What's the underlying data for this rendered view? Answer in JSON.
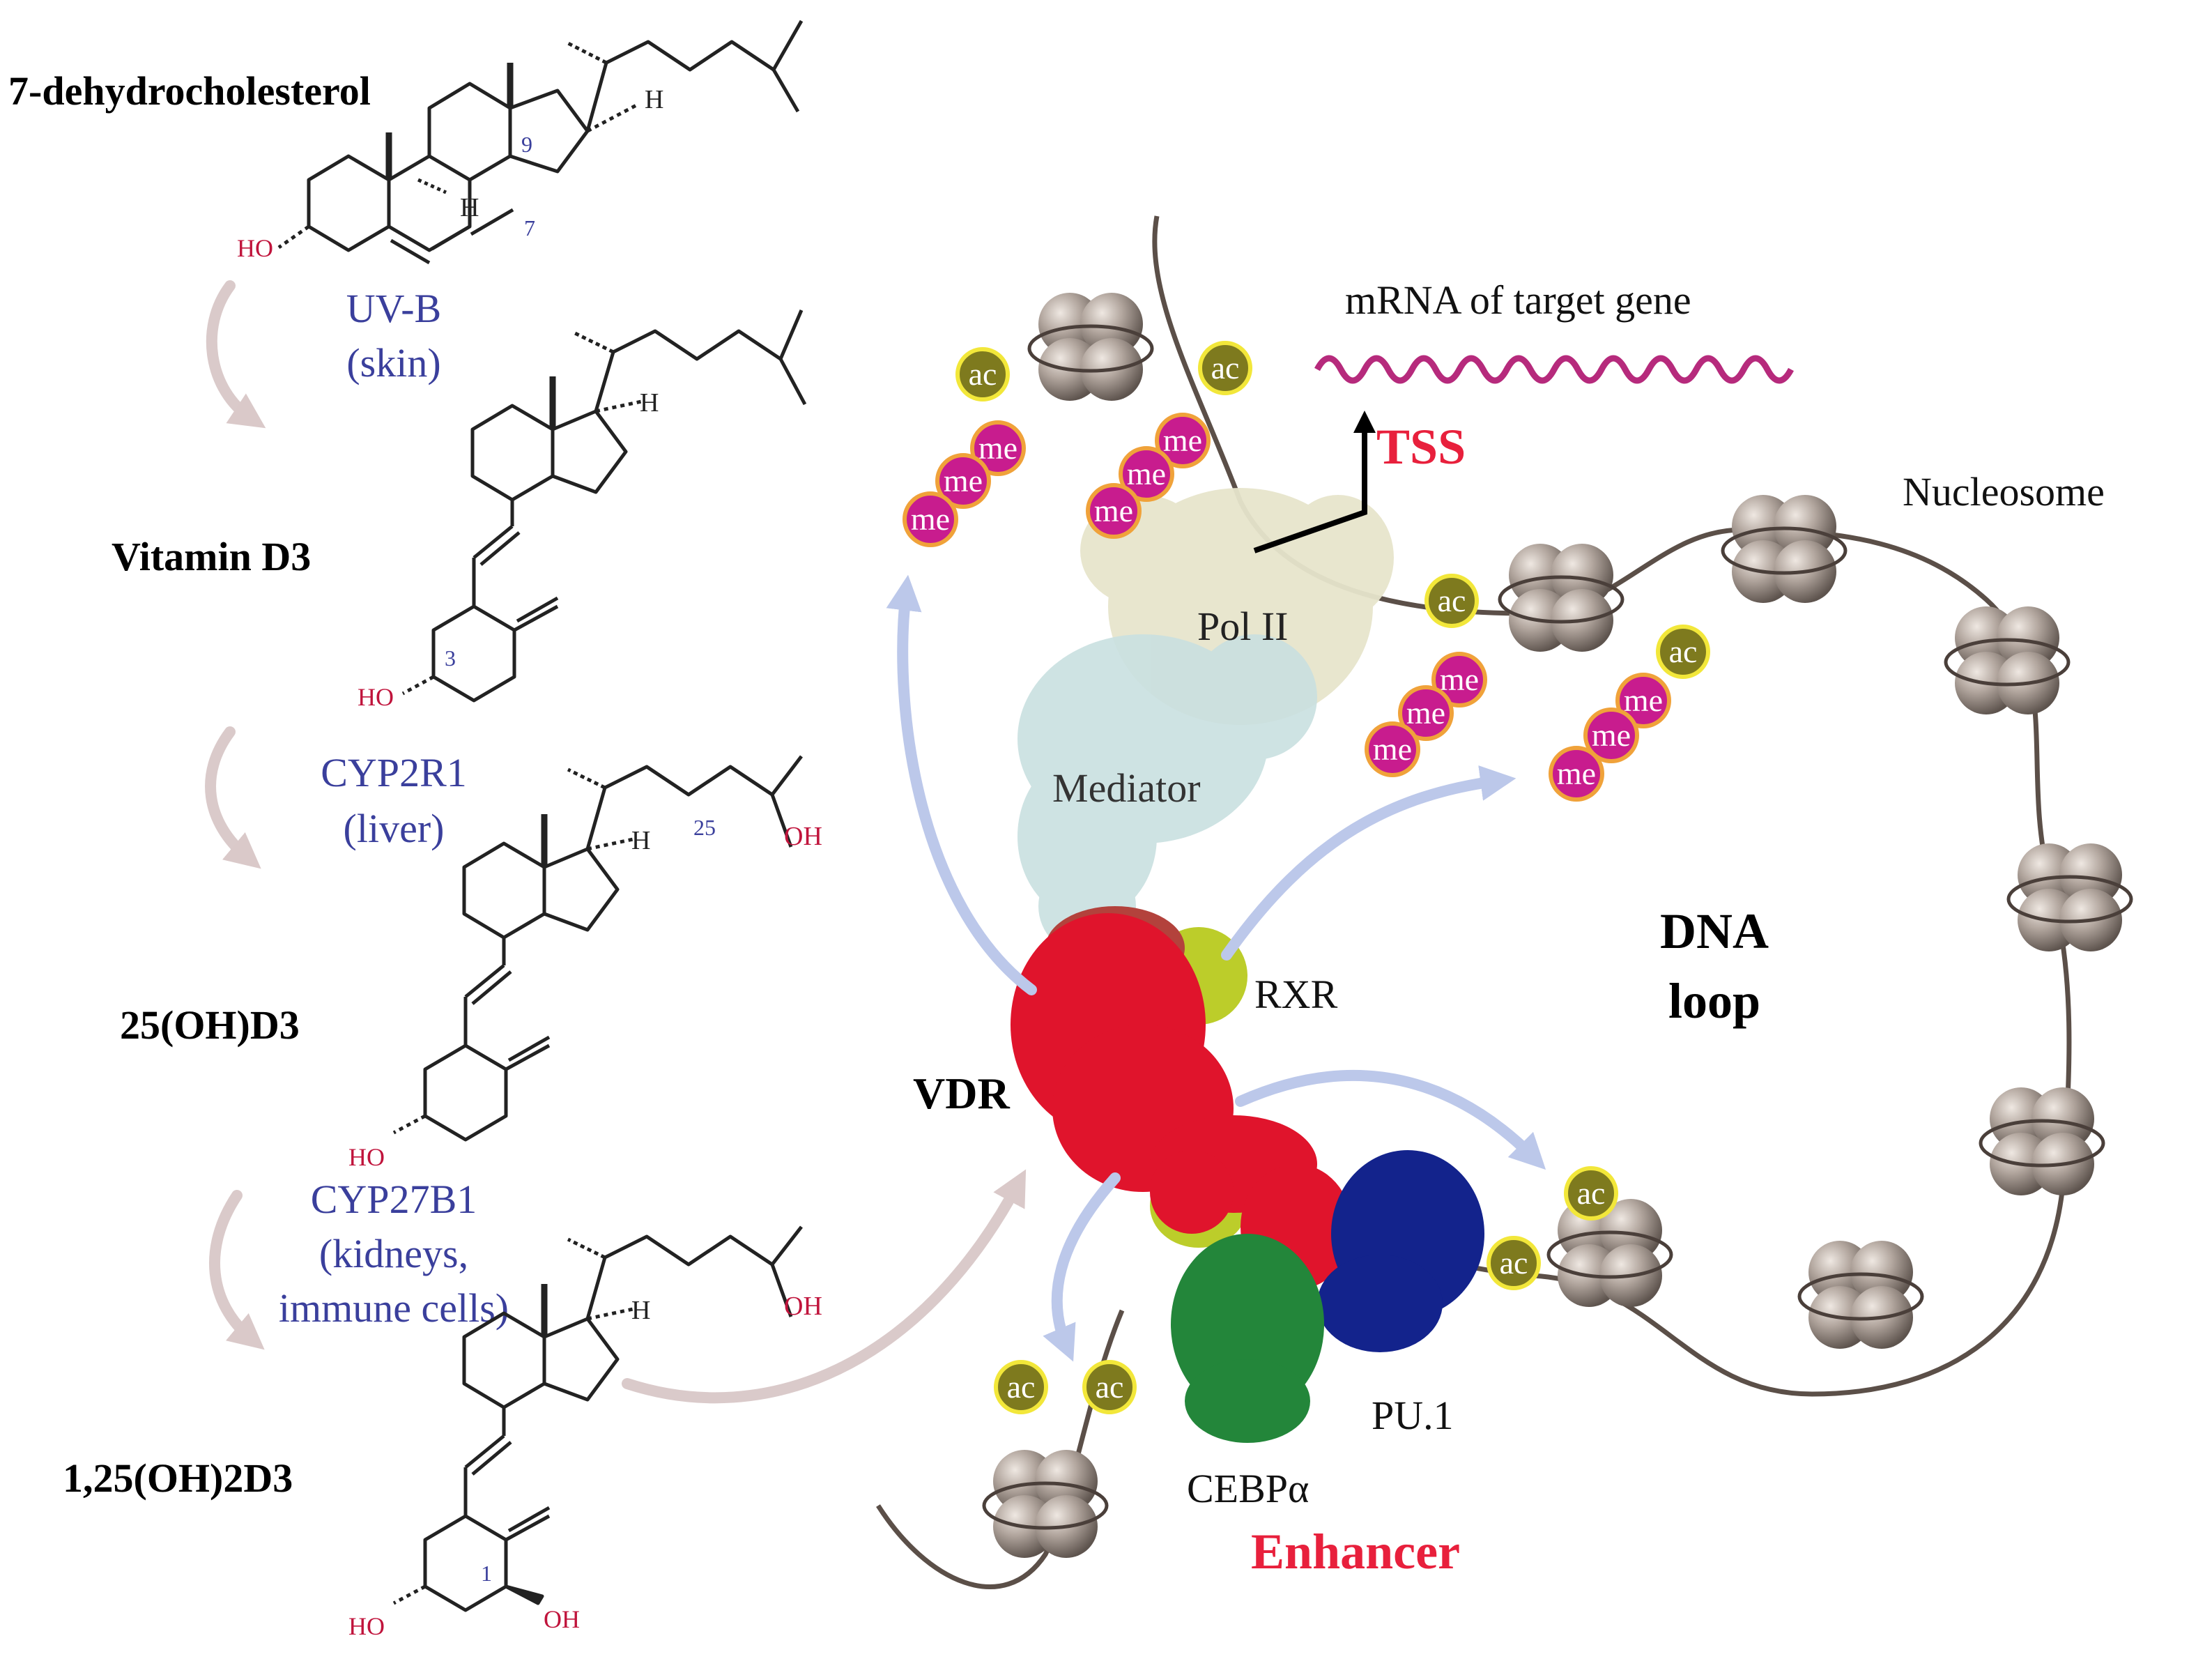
{
  "colors": {
    "bond": "#222222",
    "hydroxyl": "#c0143c",
    "enzyme": "#3a3f9c",
    "atom_number": "#3a3f9c",
    "pathway_arrow": "#d6c8c8",
    "protein_arrow": "#bcc8ea",
    "vdr": "#e0142c",
    "rxr": "#bccd2a",
    "cebp": "#23863a",
    "pu1": "#13238c",
    "mediator": "#c9e0e0",
    "pol2": "#e7e5cc",
    "nucleosome": "#a69b93",
    "dna": "#5b4f48",
    "ac_badge": "#7e7a1e",
    "ac_badge_ring": "#f2e73a",
    "me_badge": "#c81c8e",
    "me_badge_ring": "#f0a23a",
    "tss": "#e8203c",
    "enhancer": "#e8203c",
    "mrna": "#b62a7c"
  },
  "pathway": {
    "compounds": [
      {
        "id": "7dhc",
        "name": "7-dehydrocholesterol",
        "hydroxyl": "HO",
        "h_labels": [
          "H",
          "H"
        ],
        "numbers": [
          "9",
          "7"
        ]
      },
      {
        "id": "d3",
        "name": "Vitamin D3",
        "hydroxyl": "HO",
        "h_labels": [
          "H"
        ],
        "numbers": [
          "3"
        ]
      },
      {
        "id": "25ohd3",
        "name": "25(OH)D3",
        "hydroxyl": "HO",
        "hydroxyl2": "OH",
        "h_labels": [
          "H"
        ],
        "numbers": [
          "25"
        ]
      },
      {
        "id": "125ohd3",
        "name": "1,25(OH)2D3",
        "hydroxyl": "HO",
        "hydroxyl2": "OH",
        "hydroxyl3": "OH",
        "h_labels": [
          "H"
        ],
        "numbers": [
          "1"
        ]
      }
    ],
    "steps": [
      {
        "enzyme": "UV-B",
        "site": "(skin)"
      },
      {
        "enzyme": "CYP2R1",
        "site": "(liver)"
      },
      {
        "enzyme": "CYP27B1",
        "site_line1": "(kidneys,",
        "site_line2": "immune cells)"
      }
    ]
  },
  "gene_regulation": {
    "labels": {
      "mrna": "mRNA of target gene",
      "tss": "TSS",
      "nucleosome": "Nucleosome",
      "pol2": "Pol II",
      "mediator": "Mediator",
      "dna_loop_line1": "DNA",
      "dna_loop_line2": "loop",
      "rxr": "RXR",
      "vdr": "VDR",
      "pu1": "PU.1",
      "cebp": "CEBPα",
      "enhancer": "Enhancer"
    },
    "marks": {
      "ac": "ac",
      "me": "me"
    }
  }
}
